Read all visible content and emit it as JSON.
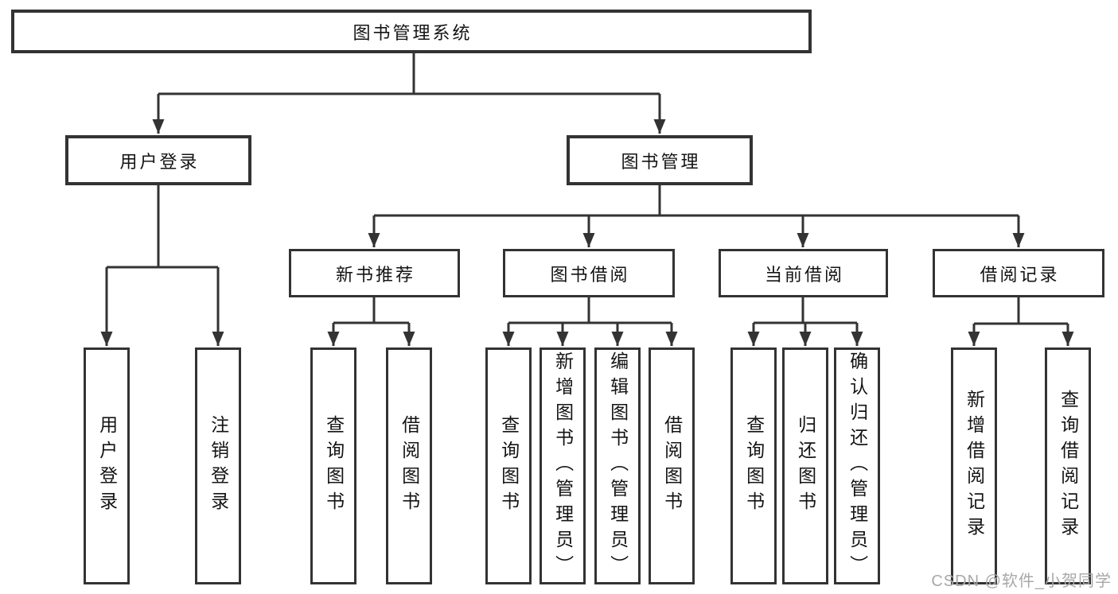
{
  "colors": {
    "background": "#ffffff",
    "box_border": "#333333",
    "connector_line": "#333333",
    "text": "#141414",
    "watermark_text": "#a8a8a8"
  },
  "watermark": "CSDN @软件_小贺同学",
  "tree": {
    "label": "图书管理系统",
    "children": [
      {
        "label": "用户登录",
        "children": [
          {
            "label": "用户登录"
          },
          {
            "label": "注销登录"
          }
        ]
      },
      {
        "label": "图书管理",
        "children": [
          {
            "label": "新书推荐",
            "children": [
              {
                "label": "查询图书"
              },
              {
                "label": "借阅图书"
              }
            ]
          },
          {
            "label": "图书借阅",
            "children": [
              {
                "label": "查询图书"
              },
              {
                "label": "新增图书（管理员）"
              },
              {
                "label": "编辑图书（管理员）"
              },
              {
                "label": "借阅图书"
              }
            ]
          },
          {
            "label": "当前借阅",
            "children": [
              {
                "label": "查询图书"
              },
              {
                "label": "归还图书"
              },
              {
                "label": "确认归还（管理员）"
              }
            ]
          },
          {
            "label": "借阅记录",
            "children": [
              {
                "label": "新增借阅记录"
              },
              {
                "label": "查询借阅记录"
              }
            ]
          }
        ]
      }
    ]
  }
}
